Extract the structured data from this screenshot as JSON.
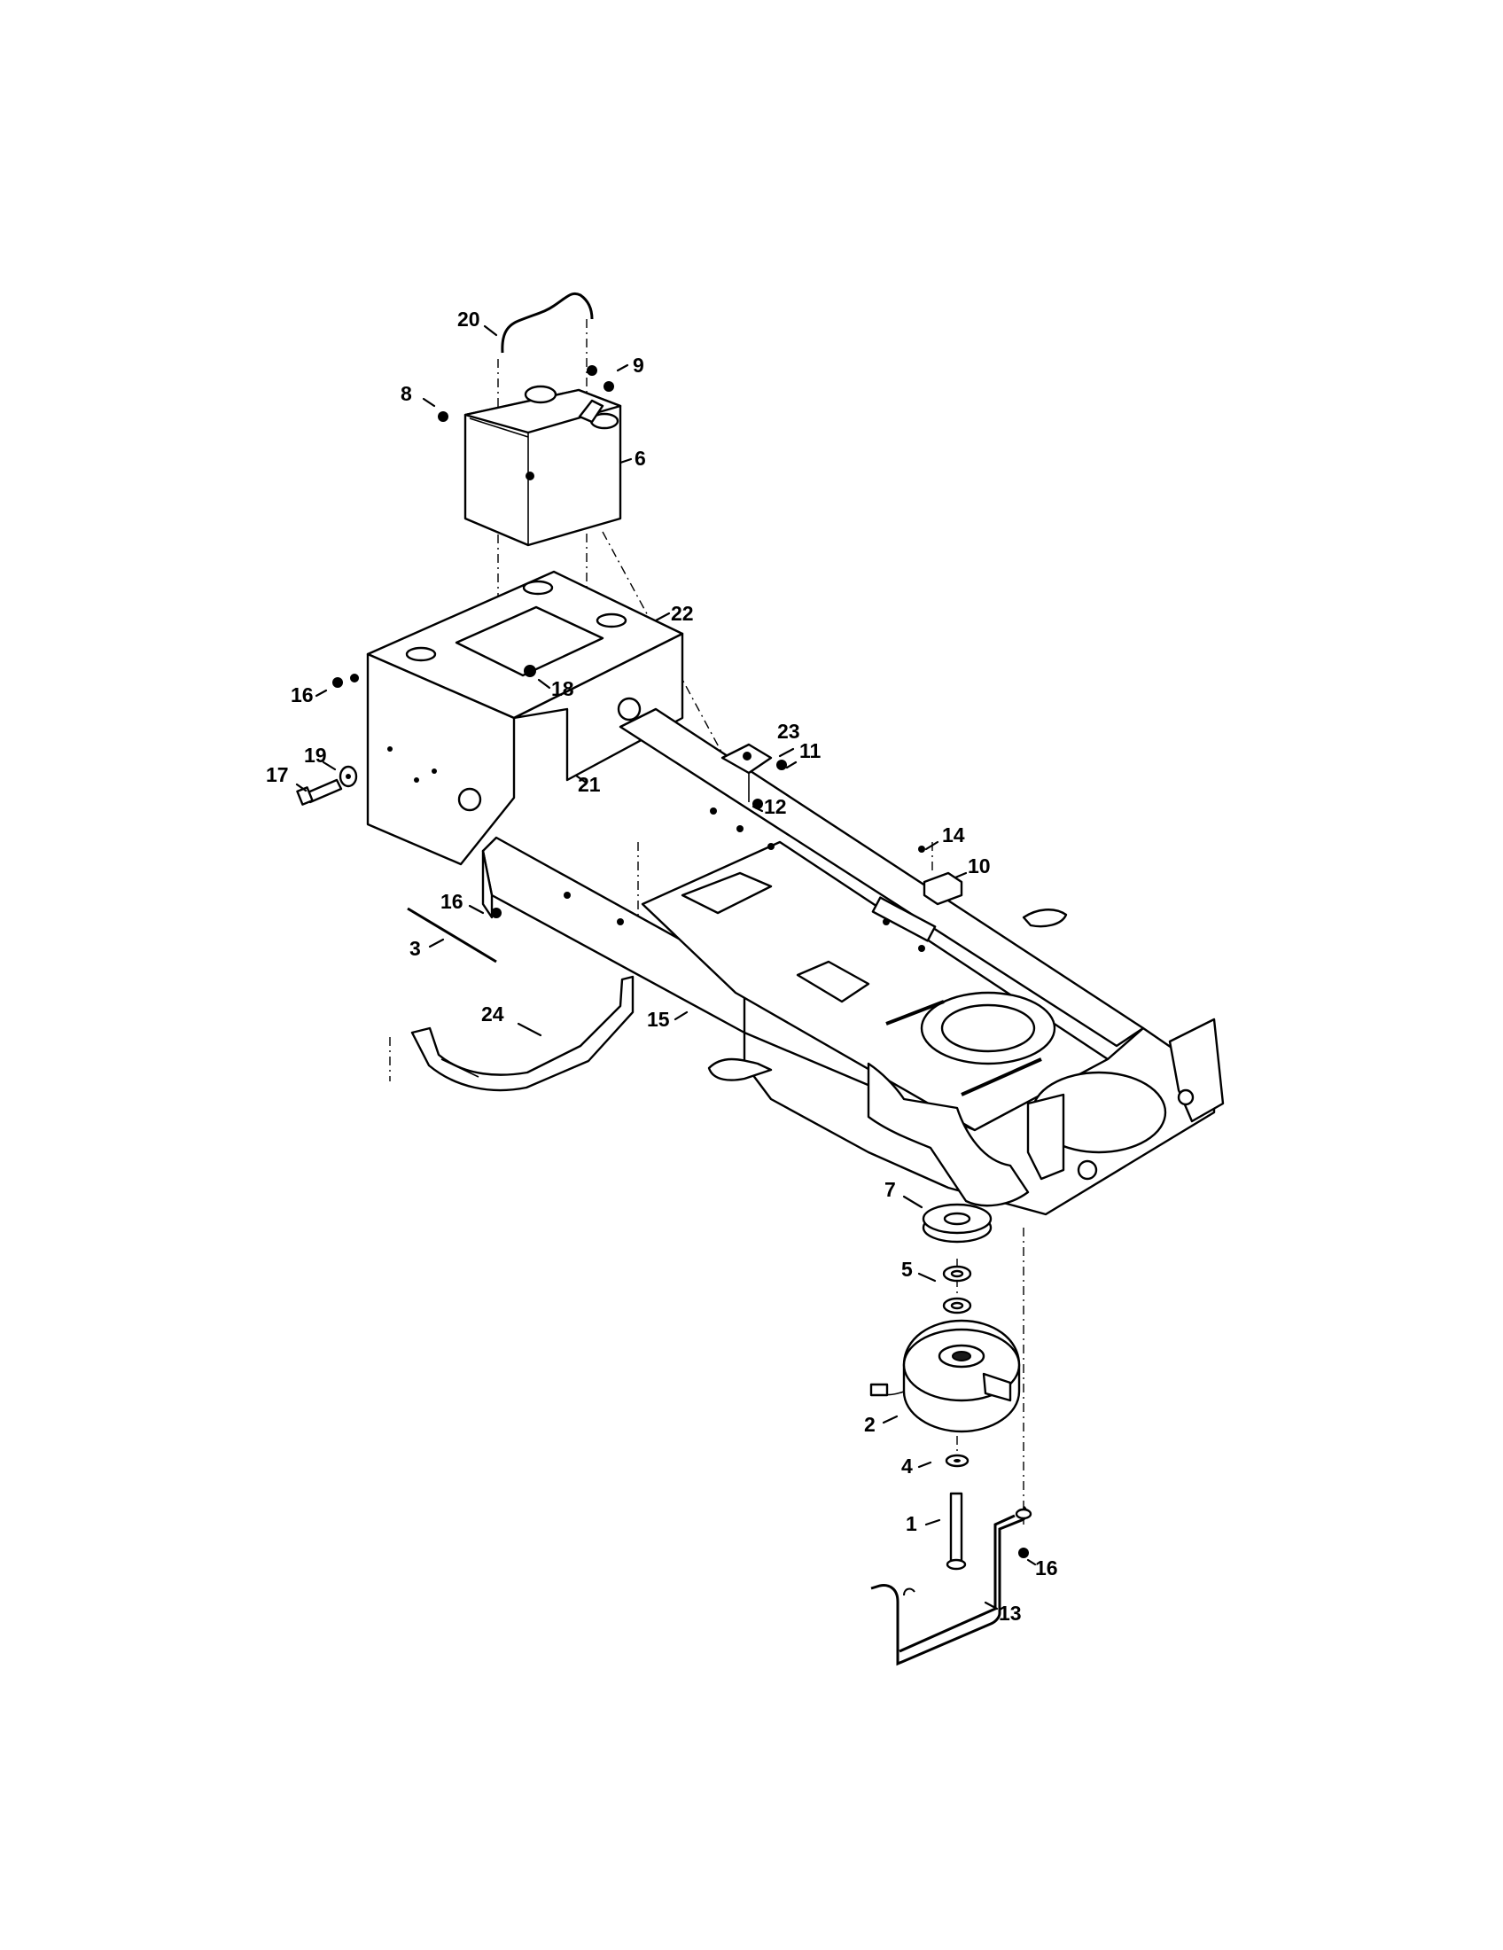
{
  "callouts": {
    "c1": "1",
    "c2": "2",
    "c3": "3",
    "c4": "4",
    "c5": "5",
    "c6": "6",
    "c7": "7",
    "c8": "8",
    "c9": "9",
    "c10": "10",
    "c11": "11",
    "c12": "12",
    "c13": "13",
    "c14": "14",
    "c15": "15",
    "c16a": "16",
    "c16b": "16",
    "c16c": "16",
    "c17": "17",
    "c18": "18",
    "c19": "19",
    "c20": "20",
    "c21": "21",
    "c22": "22",
    "c23": "23",
    "c24": "24"
  }
}
